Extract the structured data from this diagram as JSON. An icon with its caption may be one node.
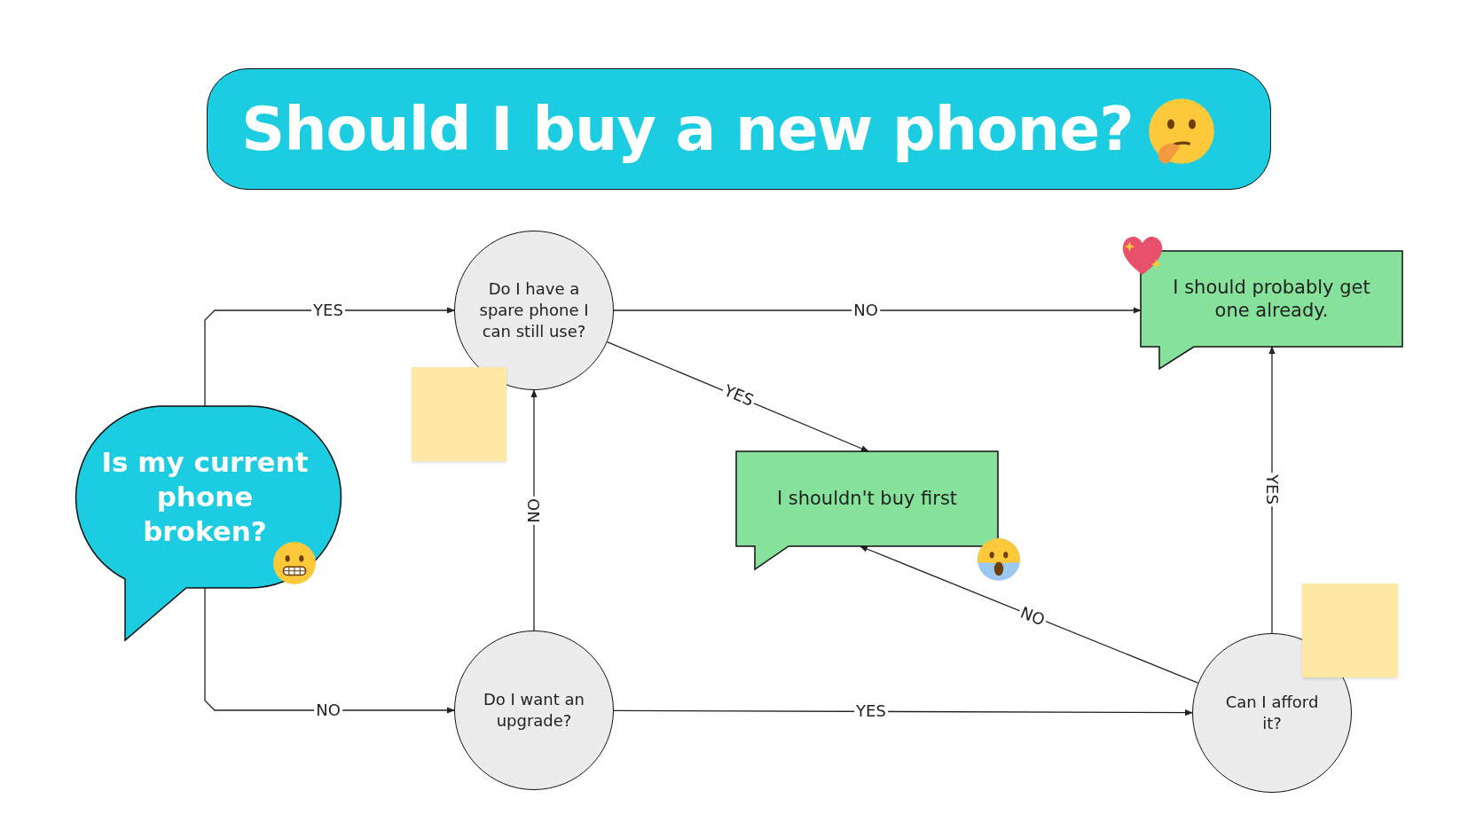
{
  "diagram": {
    "title": "Should I buy a new phone?",
    "nodes": [
      {
        "text": [
          "Is my current phone broken?"
        ]
      },
      {
        "text": [
          "Do I have a spare phone I can still use?"
        ]
      },
      {
        "text": [
          "Do I want an upgrade?"
        ]
      },
      {
        "text": [
          "I should probably get one already."
        ]
      },
      {
        "text": [
          "I shouldn't buy first"
        ]
      },
      {
        "text": [
          "Can I afford it?"
        ]
      },
      {
        "text": [],
        "shape": "box"
      },
      {
        "text": [],
        "shape": "box"
      }
    ],
    "edges": [
      {
        "from": 0,
        "to": 1,
        "arrow": "to",
        "label": "YES"
      },
      {
        "from": 0,
        "to": 2,
        "arrow": "to",
        "label": "NO"
      },
      {
        "from": 1,
        "to": 3,
        "arrow": "to",
        "label": "NO"
      },
      {
        "from": 1,
        "to": 4,
        "arrow": "to",
        "label": "YES"
      },
      {
        "from": 2,
        "to": 1,
        "arrow": "to",
        "label": "NO"
      },
      {
        "from": 2,
        "to": 5,
        "arrow": "to",
        "label": "YES"
      },
      {
        "from": 5,
        "to": 4,
        "arrow": "to",
        "label": "NO"
      },
      {
        "from": 5,
        "to": 3,
        "arrow": "to",
        "label": "YES"
      }
    ]
  }
}
